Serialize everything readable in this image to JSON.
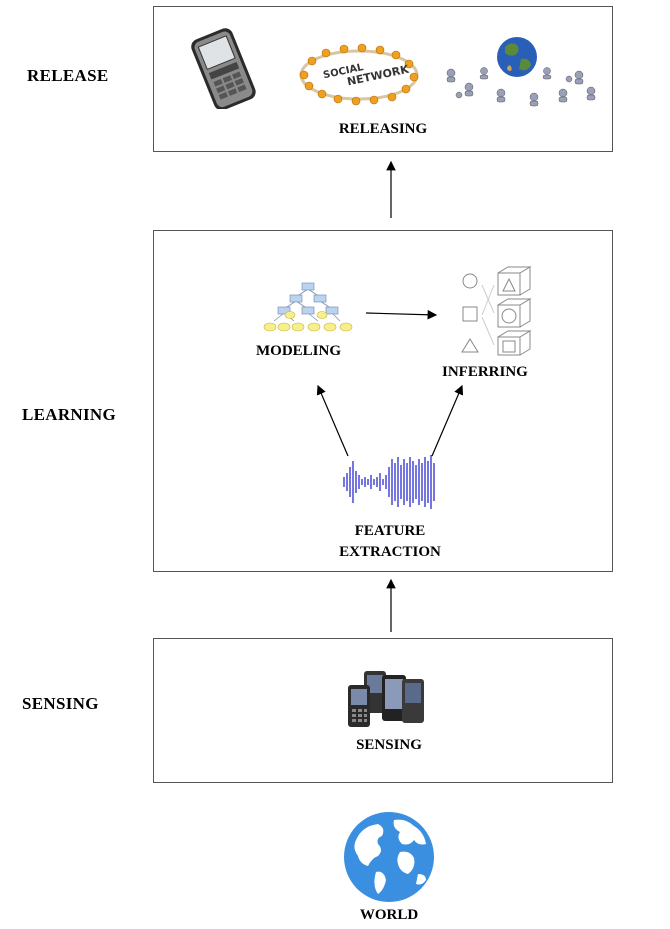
{
  "stages": {
    "release": "RELEASE",
    "learning": "LEARNING",
    "sensing": "SENSING"
  },
  "release_box": {
    "caption": "RELEASING",
    "network_text_1": "SOCIAL",
    "network_text_2": "NETWORK"
  },
  "learning_box": {
    "modeling": "MODELING",
    "inferring": "INFERRING",
    "feature_line1": "FEATURE",
    "feature_line2": "EXTRACTION"
  },
  "sensing_box": {
    "caption": "SENSING"
  },
  "world": {
    "caption": "WORLD"
  },
  "colors": {
    "node_fill": "#f7ef8a",
    "node_box": "#bcd3f0",
    "waveform": "#1a1acc",
    "globe_ocean": "#3a8fe0",
    "land": "#ffffff"
  }
}
